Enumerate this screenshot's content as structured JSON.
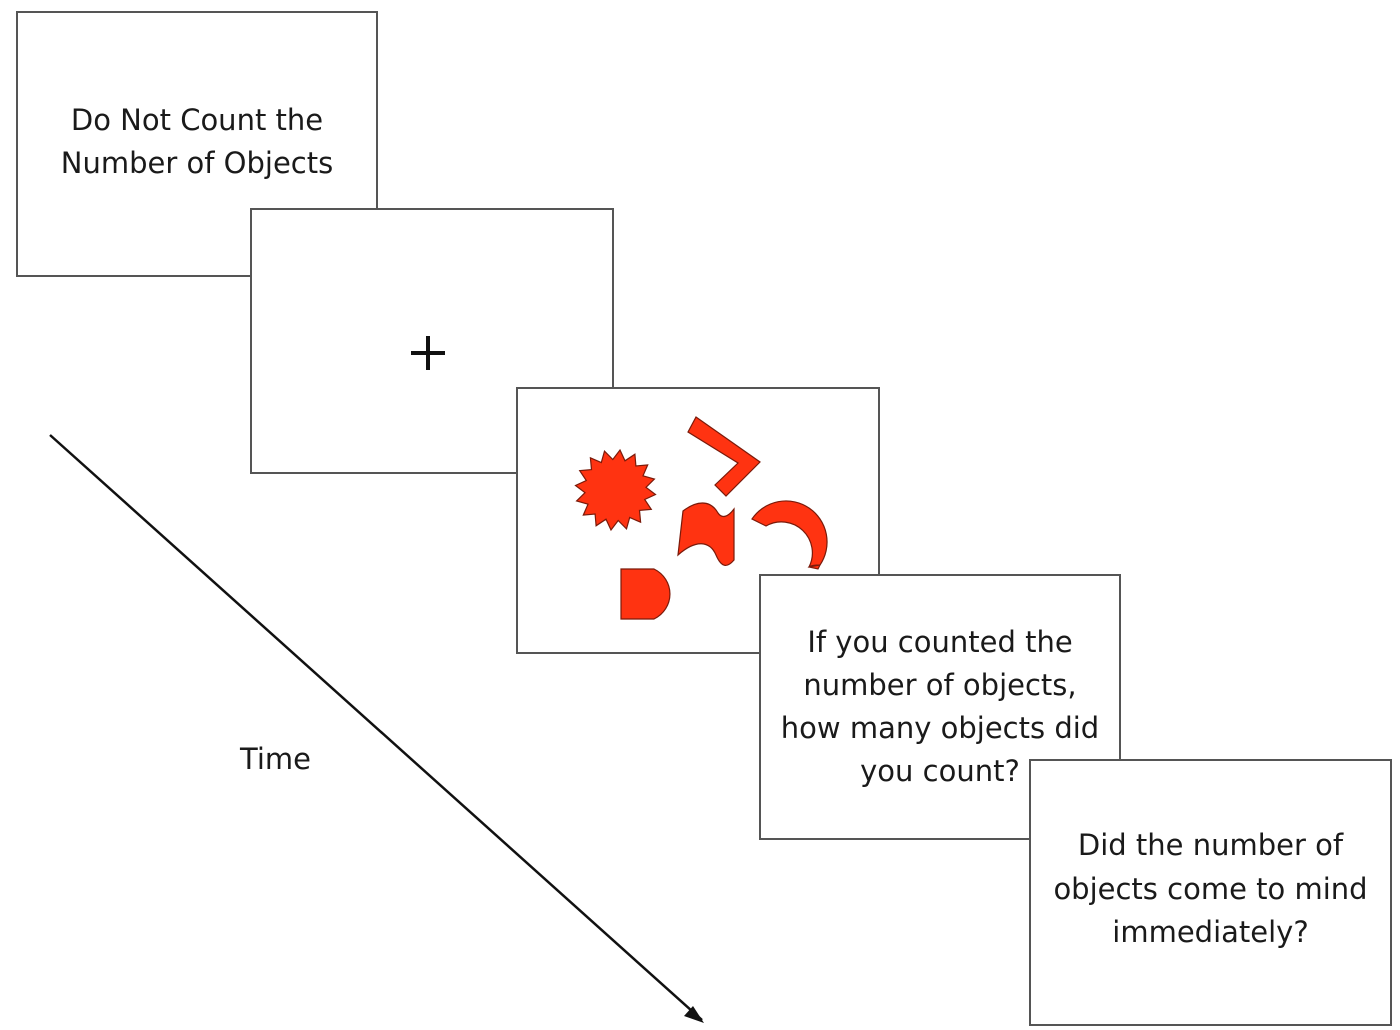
{
  "screens": {
    "instruction": "Do Not Count the Number of Objects",
    "fixation": "+",
    "count_question": "If you counted the number of objects, how many objects did you count?",
    "mind_question": "Did the number of objects come to mind immediately?"
  },
  "time_label": "Time",
  "colors": {
    "object_fill": "#ff3311",
    "object_stroke": "#7a1a0a",
    "frame_border": "#555555",
    "arrow": "#111111"
  },
  "objects": [
    "starburst-object",
    "l-shape-object",
    "arc-object",
    "wave-flag-object",
    "d-shape-object"
  ]
}
